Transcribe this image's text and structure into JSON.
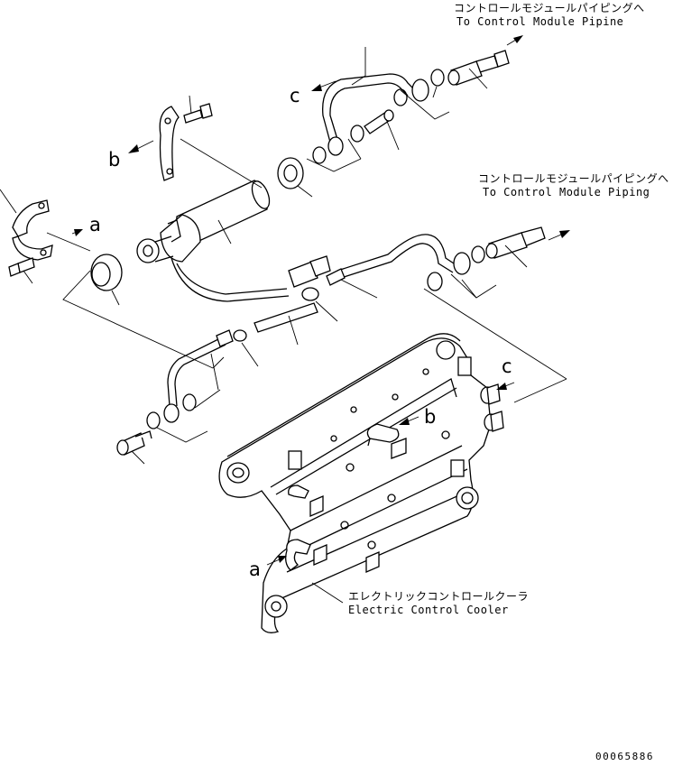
{
  "labels": {
    "upper_ja": "コントロールモジュールパイピングへ",
    "upper_en": "To Control Module Pipine",
    "middle_ja": "コントロールモジュールパイピングへ",
    "middle_en": "To Control Module Piping",
    "cooler_ja": "エレクトリックコントロールクーラ",
    "cooler_en": "Electric Control Cooler"
  },
  "arrow_letters": {
    "a_top": "a",
    "b_top": "b",
    "c_top": "c",
    "a_bottom": "a",
    "b_bottom": "b",
    "c_bottom": "c"
  },
  "drawing_number": "00065886"
}
